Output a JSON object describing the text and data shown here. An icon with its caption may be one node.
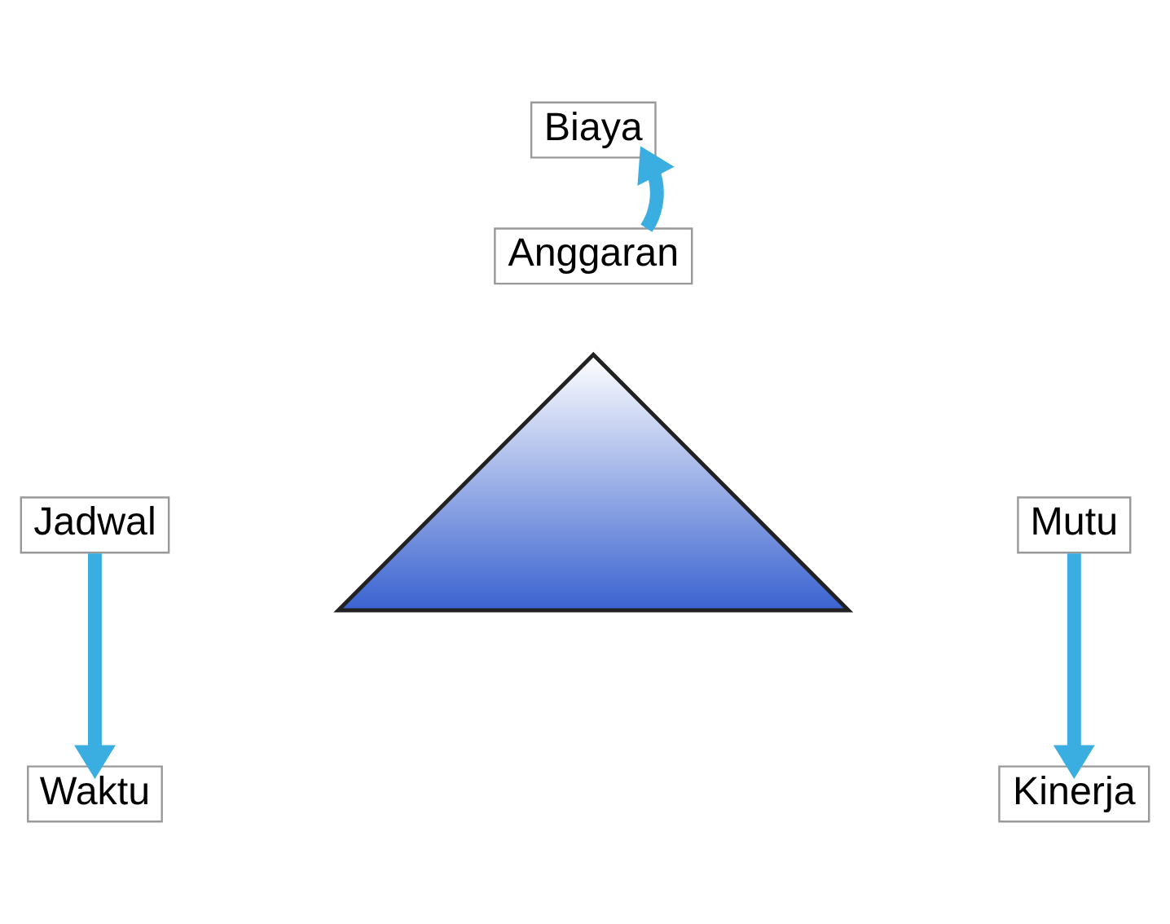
{
  "diagram": {
    "nodes": [
      {
        "text": [
          "Biaya"
        ]
      },
      {
        "text": [
          "Anggaran"
        ]
      },
      {
        "text": [],
        "shape": "triangle"
      },
      {
        "text": [
          "Jadwal"
        ]
      },
      {
        "text": [
          "Mutu"
        ]
      },
      {
        "text": [
          "Waktu"
        ]
      },
      {
        "text": [
          "Kinerja"
        ]
      }
    ],
    "edges": [
      {
        "from": 1,
        "to": 0,
        "arrow": "to"
      },
      {
        "from": 3,
        "to": 5,
        "arrow": "to"
      },
      {
        "from": 4,
        "to": 6,
        "arrow": "to"
      }
    ]
  }
}
